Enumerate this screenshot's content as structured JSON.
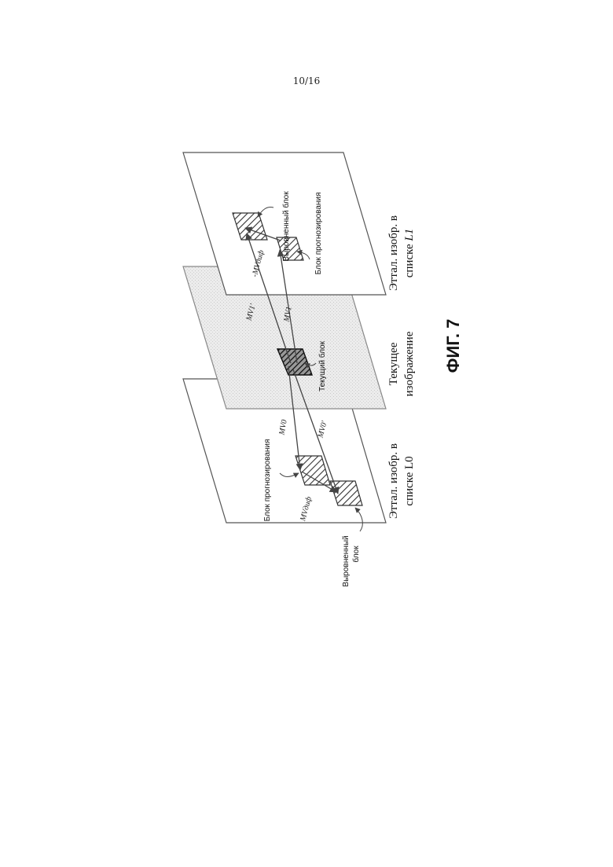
{
  "page_number": "10/16",
  "figure_label": "ФИГ. 7",
  "planes": {
    "ref_l0": {
      "caption_line1": "Эттал. изобр. в",
      "caption_line2": "списке L0"
    },
    "current": {
      "caption_line1": "Текущее",
      "caption_line2": "изображение"
    },
    "ref_l1": {
      "caption_line1": "Эттал. изобр. в",
      "caption_line2_prefix": "списке ",
      "caption_line2_italic": "L1"
    }
  },
  "labels": {
    "pred_block_l0": "Блок прогнозирования",
    "aligned_block_l0_line1": "Выровненный",
    "aligned_block_l0_line2": "блок",
    "current_block": "Текущий блок",
    "pred_block_l1": "Блок прогнозирования",
    "aligned_block_l1": "Выровненный блок"
  },
  "vectors": {
    "mv0": "MV0",
    "mv0_prime": "MV0'",
    "mv1": "MV1",
    "mv1_prime": "MV1'",
    "mvdiff_l0": "MVдиф",
    "mvdiff_l1": "-MVдиф"
  },
  "colors": {
    "line": "#444444",
    "hatch": "#333333",
    "plane_fill": "#ffffff",
    "current_plane_fill": "#e6e6e6"
  }
}
